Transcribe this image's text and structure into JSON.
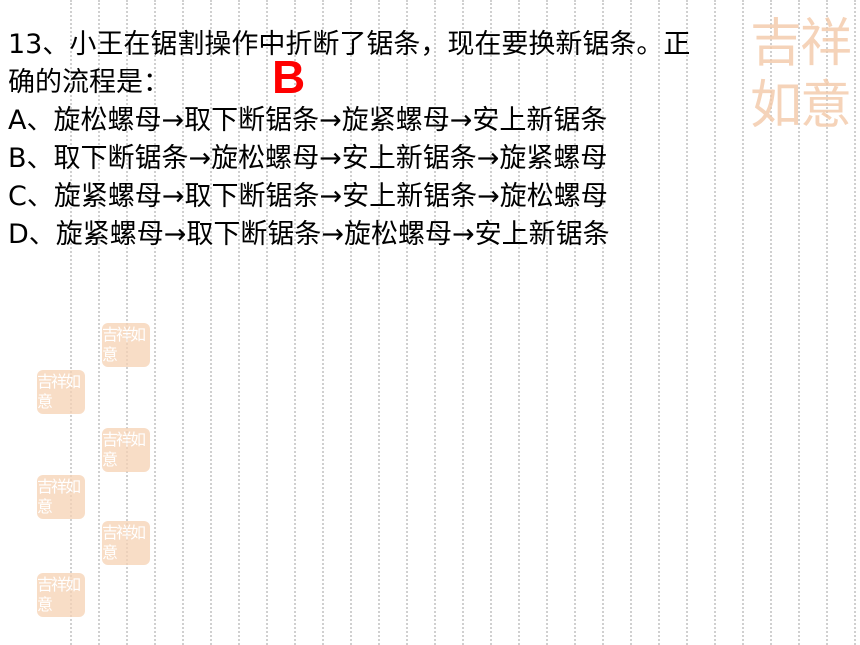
{
  "question": {
    "line1": "13、小王在锯割操作中折断了锯条，现在要换新锯条。正",
    "line2": "确的流程是：",
    "options": [
      {
        "label": "A、旋松螺母→取下断锯条→旋紧螺母→安上新锯条"
      },
      {
        "label": "B、取下断锯条→旋松螺母→安上新锯条→旋紧螺母"
      },
      {
        "label": "C、旋紧螺母→取下断锯条→安上新锯条→旋松螺母"
      },
      {
        "label": "D、旋紧螺母→取下断锯条→旋松螺母→安上新锯条"
      }
    ]
  },
  "answer": "B",
  "decor": {
    "seal_text": "吉祥如意",
    "seal_color": "#f6d2b4",
    "answer_color": "#ff0000"
  }
}
